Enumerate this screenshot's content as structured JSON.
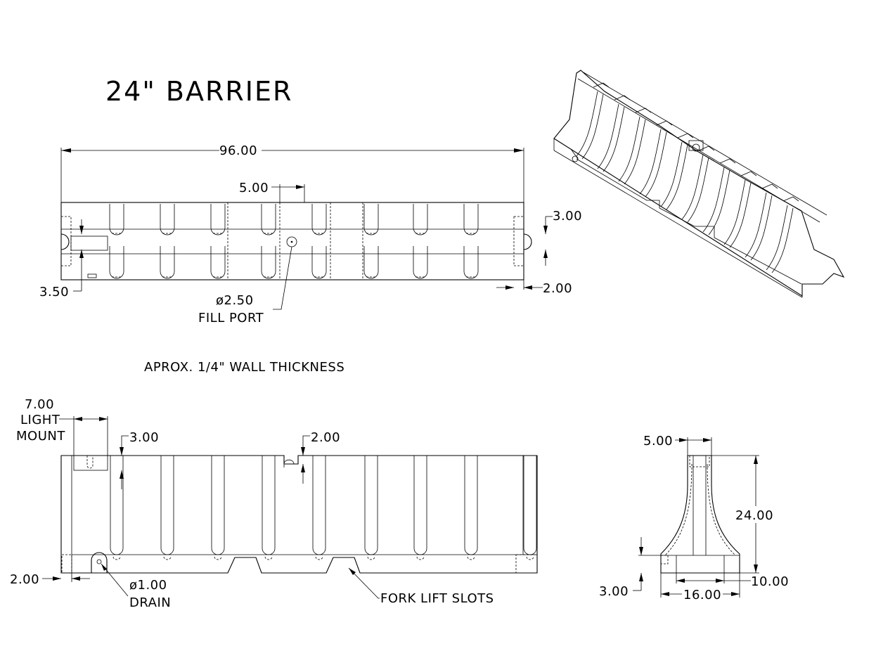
{
  "title": "24\" BARRIER",
  "note": "APROX. 1/4\" WALL THICKNESS",
  "top_view": {
    "overall_length": "96.00",
    "fill_port_offset": "5.00",
    "end_tab_width": "3.00",
    "end_notch_depth": "3.50",
    "end_gap": "2.00",
    "fill_port_dia": "ø2.50",
    "fill_port_label": "FILL PORT"
  },
  "side_view": {
    "light_mount_dim": "7.00",
    "light_mount_label_1": "LIGHT",
    "light_mount_label_2": "MOUNT",
    "rib_offset": "3.00",
    "fill_port_step": "2.00",
    "bottom_offset": "2.00",
    "drain_dia": "ø1.00",
    "drain_label": "DRAIN",
    "fork_label": "FORK LIFT SLOTS"
  },
  "end_view": {
    "top_width": "5.00",
    "height": "24.00",
    "base_inner": "10.00",
    "base_width": "16.00",
    "base_height": "3.00"
  }
}
